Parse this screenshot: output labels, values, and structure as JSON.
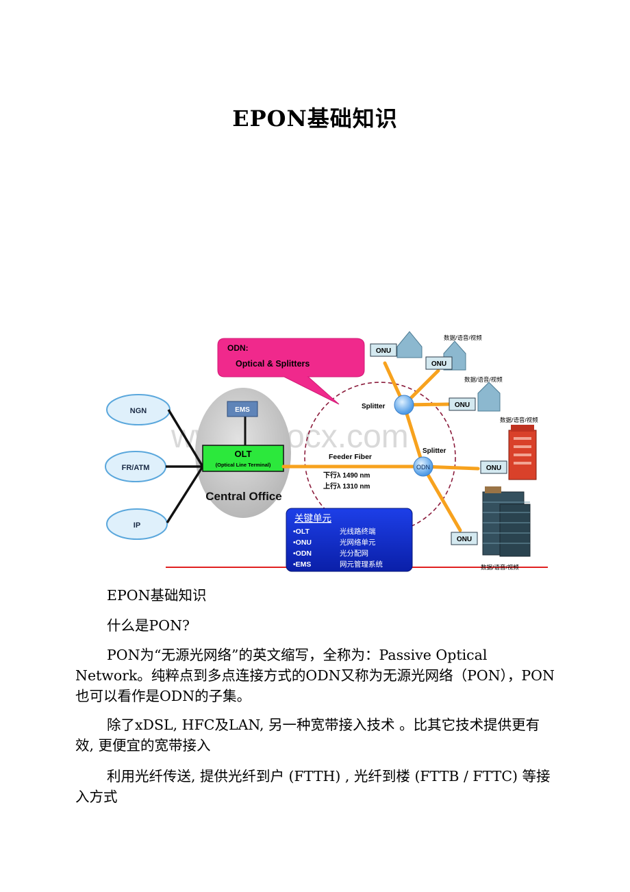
{
  "document": {
    "title": "EPON基础知识"
  },
  "diagram": {
    "callout": {
      "line1": "ODN:",
      "line2": "Optical & Splitters"
    },
    "clouds": [
      "NGN",
      "FR/ATM",
      "IP"
    ],
    "ems": "EMS",
    "olt": {
      "label": "OLT",
      "sub": "(Optical Line Terminal)"
    },
    "central_office": "Central Office",
    "feeder_fiber": "Feeder Fiber",
    "wavelengths": {
      "down": "下行λ  1490 nm",
      "up": "上行λ  1310 nm"
    },
    "splitter_labels": [
      "Splitter",
      "Splitter"
    ],
    "odn_node": "ODN",
    "onu": "ONU",
    "service_label": "数据/语音/视频",
    "watermark": "www.bdocx.com",
    "key_units": {
      "title": "关键单元",
      "items": [
        {
          "abbr": "•OLT",
          "desc": "光线路终端"
        },
        {
          "abbr": "•ONU",
          "desc": "光网络单元"
        },
        {
          "abbr": "•ODN",
          "desc": "光分配网"
        },
        {
          "abbr": "•EMS",
          "desc": "网元管理系统"
        }
      ]
    }
  },
  "body": {
    "p1": "EPON基础知识",
    "p2": "什么是PON?",
    "p3": "PON为“无源光网络”的英文缩写，全称为：Passive Optical Network。纯粹点到多点连接方式的ODN又称为无源光网络（PON），PON也可以看作是ODN的子集。",
    "p4": "除了xDSL, HFC及LAN, 另一种宽带接入技术 。比其它技术提供更有效, 更便宜的宽带接入",
    "p5": "利用光纤传送, 提供光纤到户 (FTTH) , 光纤到楼 (FTTB / FTTC) 等接入方式"
  }
}
